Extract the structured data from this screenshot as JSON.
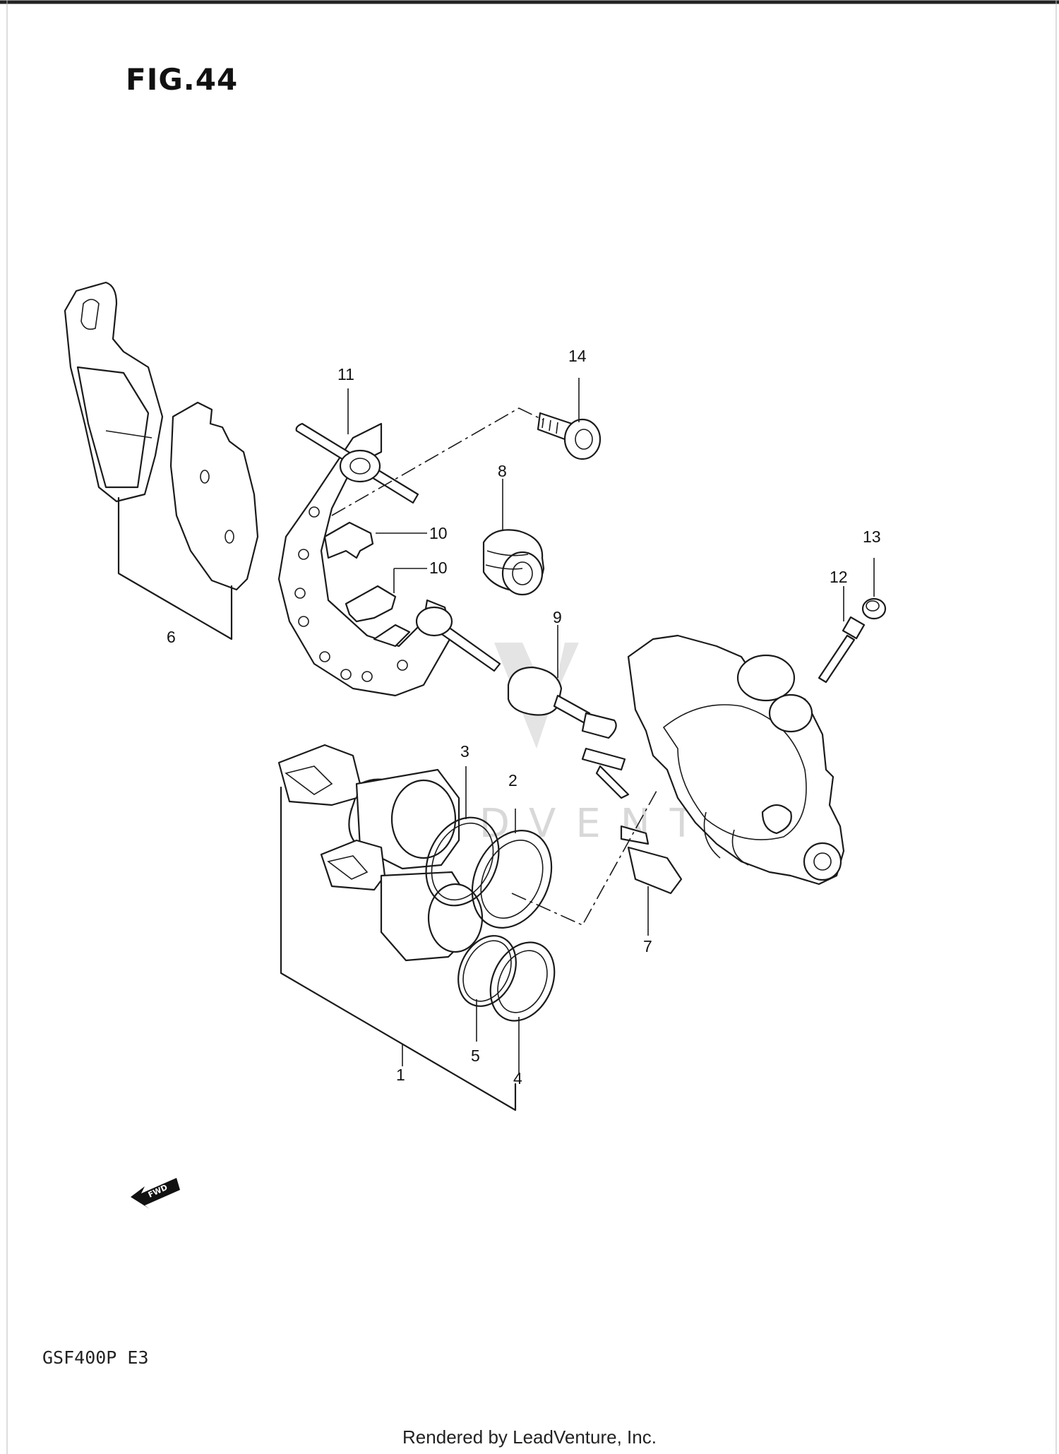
{
  "figure": {
    "title": "FIG.44",
    "model": "GSF400P  E3",
    "credit": "Rendered by LeadVenture, Inc.",
    "watermark": "LEADVENTURE",
    "fwd_label": "FWD"
  },
  "callouts": [
    {
      "id": "c1",
      "label": "1"
    },
    {
      "id": "c2",
      "label": "2"
    },
    {
      "id": "c3",
      "label": "3"
    },
    {
      "id": "c4",
      "label": "4"
    },
    {
      "id": "c5",
      "label": "5"
    },
    {
      "id": "c6",
      "label": "6"
    },
    {
      "id": "c7",
      "label": "7"
    },
    {
      "id": "c8",
      "label": "8"
    },
    {
      "id": "c9",
      "label": "9"
    },
    {
      "id": "c10a",
      "label": "10"
    },
    {
      "id": "c10b",
      "label": "10"
    },
    {
      "id": "c11",
      "label": "11"
    },
    {
      "id": "c12",
      "label": "12"
    },
    {
      "id": "c13",
      "label": "13"
    },
    {
      "id": "c14",
      "label": "14"
    }
  ]
}
